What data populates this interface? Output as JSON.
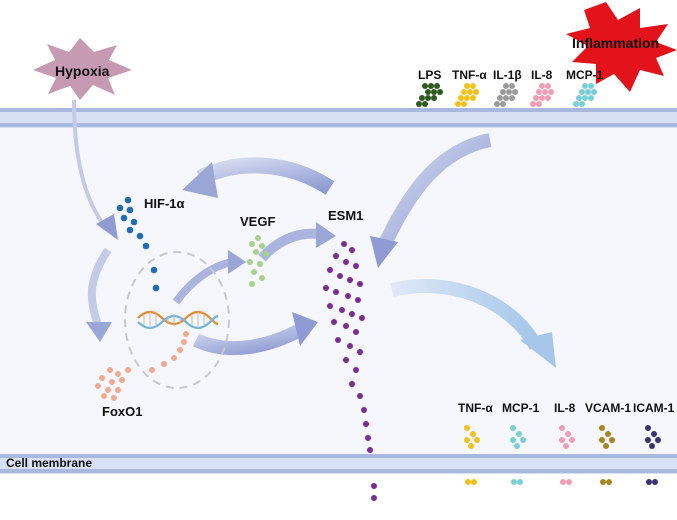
{
  "labels": {
    "hypoxia": "Hypoxia",
    "inflammation": "Inflammation",
    "hif1a": "HIF-1α",
    "vegf": "VEGF",
    "esm1": "ESM1",
    "foxo1": "FoxO1",
    "cell_membrane": "Cell membrane"
  },
  "top_stimuli": [
    {
      "label": "LPS",
      "color": "#2e5a1f"
    },
    {
      "label": "TNF-α",
      "color": "#f2c21b"
    },
    {
      "label": "IL-1β",
      "color": "#9a9a9a"
    },
    {
      "label": "IL-8",
      "color": "#ef9db4"
    },
    {
      "label": "MCP-1",
      "color": "#78cfd6"
    }
  ],
  "bottom_outputs": [
    {
      "label": "TNF-α",
      "color": "#f2c21b"
    },
    {
      "label": "MCP-1",
      "color": "#78cfd6"
    },
    {
      "label": "IL-8",
      "color": "#ef9db4"
    },
    {
      "label": "VCAM-1",
      "color": "#a8851f"
    },
    {
      "label": "ICAM-1",
      "color": "#3b3272"
    }
  ],
  "colors": {
    "membrane": "#aebde0",
    "membrane_light": "#d6def2",
    "cell_bg": "#f4f7fc",
    "arrow": "#9aa6d6",
    "arrow_light": "#a8c6ea",
    "hypoxia_star": "#c79ab4",
    "inflammation_star": "#e3131b",
    "hif_dot": "#1f6db3",
    "vegf_dot": "#a6d28a",
    "esm1_dot": "#7b2d96",
    "foxo1_dot": "#f3a990",
    "dna_orange": "#e8892a",
    "dna_blue": "#6fb4d8"
  }
}
